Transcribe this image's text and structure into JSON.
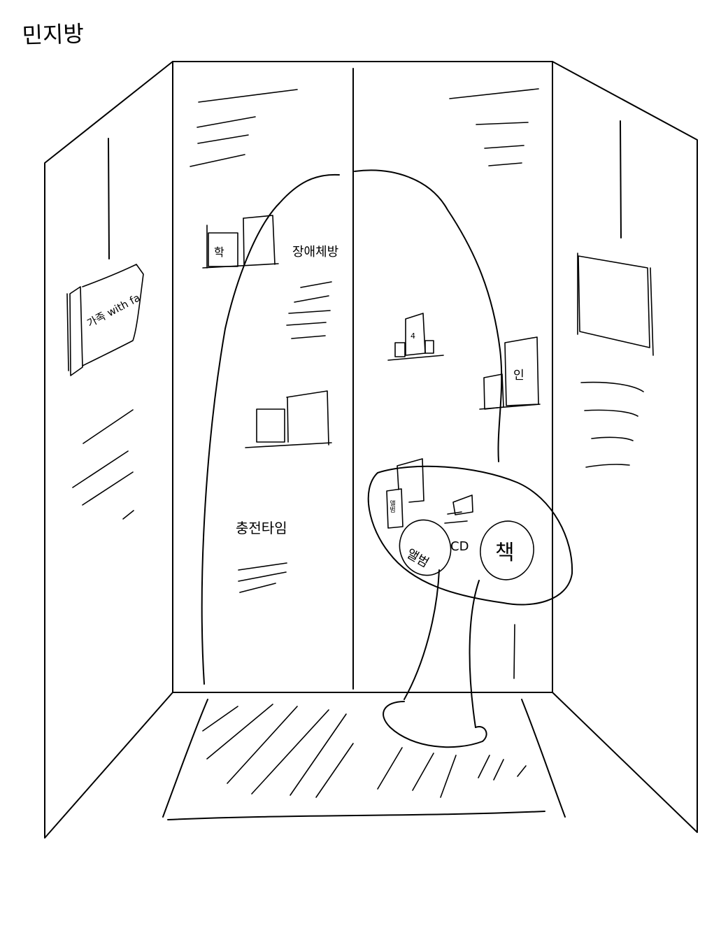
{
  "title": "민지방",
  "labels": {
    "family_frame": "가족 with fa",
    "left_frame_char": "학",
    "group_label": "장애체방",
    "right_frame_char": "인",
    "mid_frame_char": "4",
    "game_label": "충전타임",
    "small_frame_text": "앨범",
    "cd_label": "CD",
    "circle_left": "앨범",
    "circle_right": "책"
  }
}
